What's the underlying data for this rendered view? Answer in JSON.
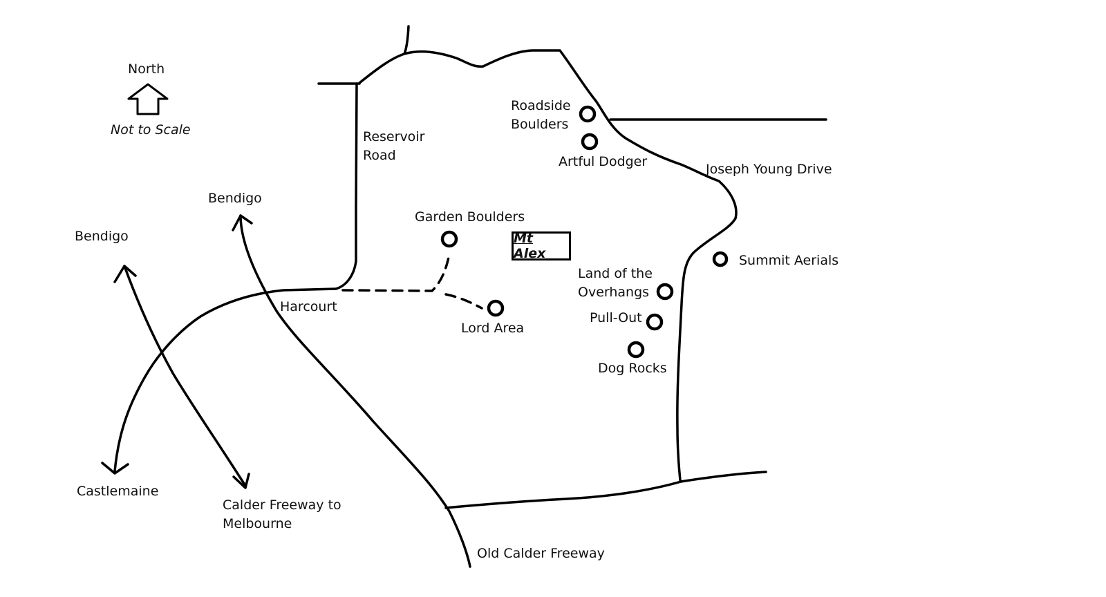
{
  "compass": {
    "label": "North",
    "icon": "north-arrow-icon"
  },
  "scale_note": "Not to Scale",
  "feature": {
    "label": "Mt Alex"
  },
  "roads": {
    "reservoir_road": [
      "Reservoir",
      "Road"
    ],
    "joseph_young_drive": "Joseph Young Drive",
    "old_calder_freeway": "Old Calder Freeway"
  },
  "places": {
    "harcourt": "Harcourt",
    "bendigo_west": "Bendigo",
    "bendigo_east": "Bendigo",
    "castlemaine": "Castlemaine",
    "calder_freeway": [
      "Calder Freeway to",
      "Melbourne"
    ]
  },
  "climbing_areas": [
    {
      "id": "roadside-boulders",
      "label": [
        "Roadside",
        "Boulders"
      ],
      "marker": "circle-marker-icon"
    },
    {
      "id": "artful-dodger",
      "label": [
        "Artful Dodger"
      ],
      "marker": "circle-marker-icon"
    },
    {
      "id": "garden-boulders",
      "label": [
        "Garden Boulders"
      ],
      "marker": "circle-marker-icon"
    },
    {
      "id": "lord-area",
      "label": [
        "Lord Area"
      ],
      "marker": "circle-marker-icon"
    },
    {
      "id": "summit-aerials",
      "label": [
        "Summit Aerials"
      ],
      "marker": "circle-marker-icon"
    },
    {
      "id": "land-of-the-overhangs",
      "label": [
        "Land of the",
        "Overhangs"
      ],
      "marker": "circle-marker-icon"
    },
    {
      "id": "pull-out",
      "label": [
        "Pull-Out"
      ],
      "marker": "circle-marker-icon"
    },
    {
      "id": "dog-rocks",
      "label": [
        "Dog Rocks"
      ],
      "marker": "circle-marker-icon"
    }
  ]
}
